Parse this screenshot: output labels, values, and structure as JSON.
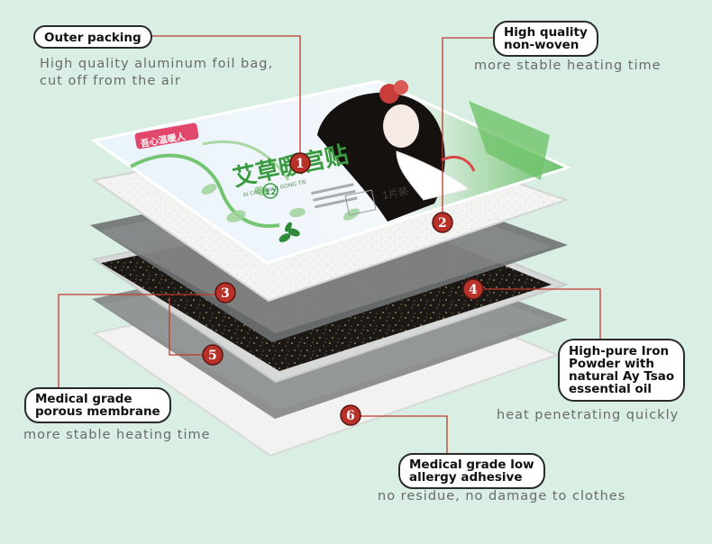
{
  "labels": {
    "outer": {
      "title": "Outer packing",
      "desc": [
        "High quality aluminum foil bag,",
        "cut off from the air"
      ]
    },
    "nonwoven": {
      "title": [
        "High quality",
        "non-woven"
      ],
      "desc": [
        "more stable heating time"
      ]
    },
    "iron": {
      "title": [
        "High-pure Iron",
        "Powder with",
        "natural Ay Tsao",
        "essential oil"
      ],
      "desc": [
        "heat penetrating quickly"
      ]
    },
    "membrane": {
      "title": [
        "Medical grade",
        "porous membrane"
      ],
      "desc": [
        "more stable heating time"
      ]
    },
    "adhesive": {
      "title": [
        "Medical grade low",
        "allergy adhesive"
      ],
      "desc": [
        "no residue, no damage to clothes"
      ]
    }
  },
  "badges": [
    "1",
    "2",
    "3",
    "4",
    "5",
    "6"
  ],
  "package": {
    "brand": "吾心温暖人",
    "product": "艾草暖宫贴",
    "subtitle": "AI CAO NUAN GONG TIE",
    "count": "12",
    "pieces": "1片装"
  },
  "colors": {
    "background": "#d9efe4",
    "badge": "#b8322a",
    "leader": "#c0392b",
    "accent_green": "#3fae43"
  }
}
